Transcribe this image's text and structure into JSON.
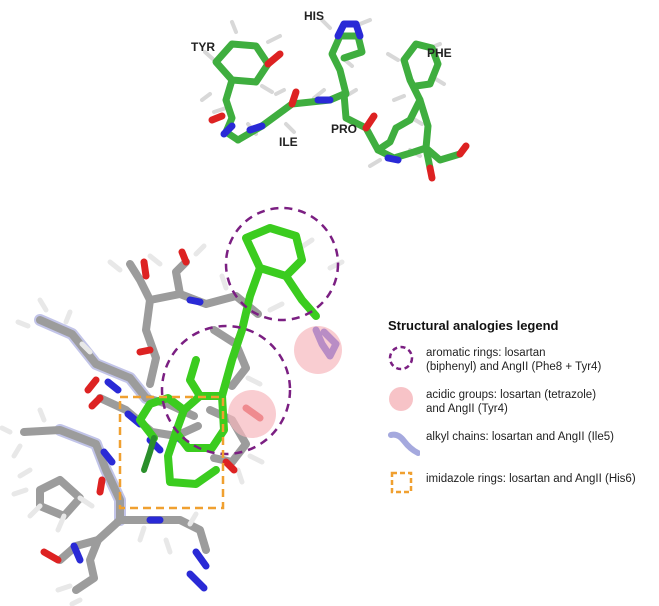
{
  "residue_labels": {
    "tyr": "TYR",
    "his": "HIS",
    "phe": "PHE",
    "ile": "ILE",
    "pro": "PRO"
  },
  "legend": {
    "title": "Structural analogies legend",
    "items": [
      {
        "symbol": "purple-dashed-circle",
        "text": "aromatic rings: losartan\n(biphenyl) and AngII (Phe8 + Tyr4)"
      },
      {
        "symbol": "pink-filled-circle",
        "text": "acidic groups: losartan (tetrazole)\nand AngII (Tyr4)"
      },
      {
        "symbol": "blue-curved-line",
        "text": "alkyl chains: losartan and AngII (Ile5)"
      },
      {
        "symbol": "orange-dashed-square",
        "text": "imidazole rings: losartan and AngII (His6)"
      }
    ]
  },
  "colors": {
    "carbon_peptide": "#3fae3f",
    "carbon_overlay": "#a9a9a9",
    "nitrogen": "#2a2ad6",
    "oxygen": "#dd2222",
    "hydrogen": "#f2f2f2",
    "aromatic_highlight": "#7b1f82",
    "acidic_highlight": "#f6b8bd",
    "alkyl_highlight": "#8f94d6",
    "imidazole_highlight": "#f0a030"
  }
}
